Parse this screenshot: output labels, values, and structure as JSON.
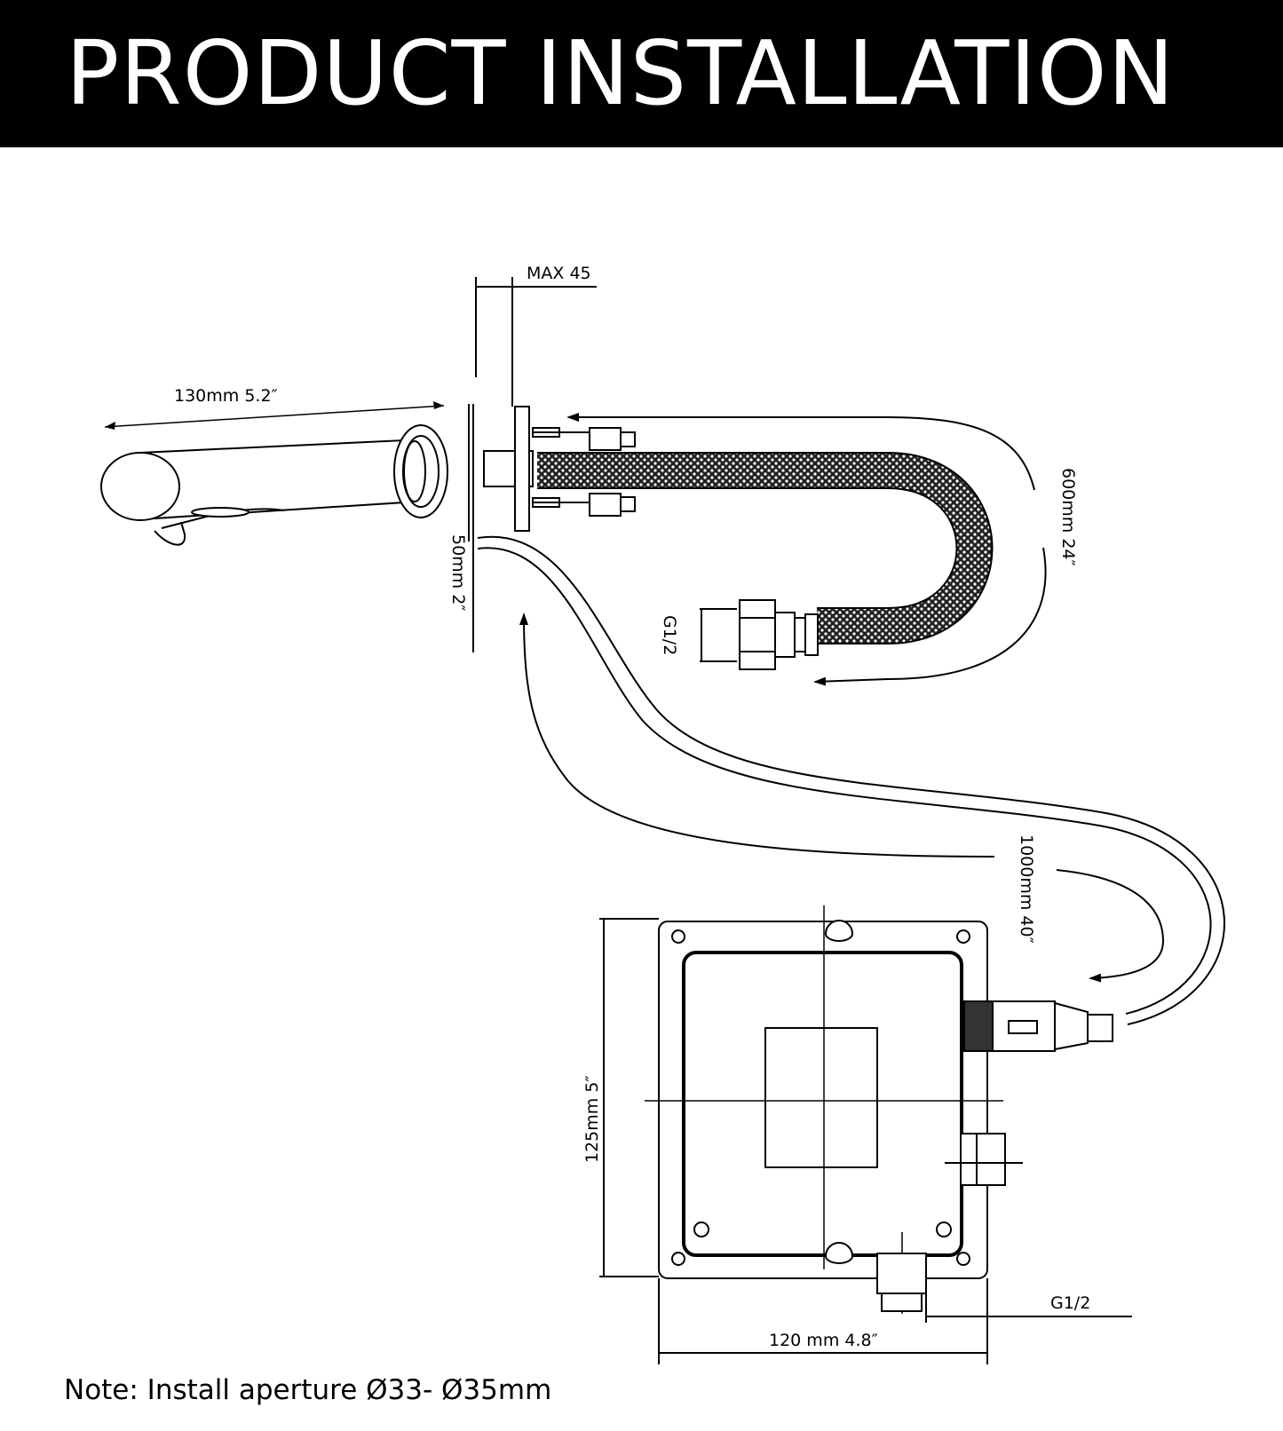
{
  "header": {
    "title": "PRODUCT INSTALLATION"
  },
  "dimensions": {
    "max_thickness": "MAX 45",
    "spout_length": "130mm 5.2″",
    "escutcheon_height": "50mm 2″",
    "hose_length": "600mm 24″",
    "hose_thread": "G1/2",
    "cable_length": "1000mm 40″",
    "box_height": "125mm 5″",
    "box_width": "120 mm 4.8″",
    "outlet_thread": "G1/2"
  },
  "note": {
    "text": "Note: Install aperture Ø33- Ø35mm"
  },
  "colors": {
    "header_bg": "#000000",
    "header_text": "#ffffff",
    "line": "#000000"
  }
}
